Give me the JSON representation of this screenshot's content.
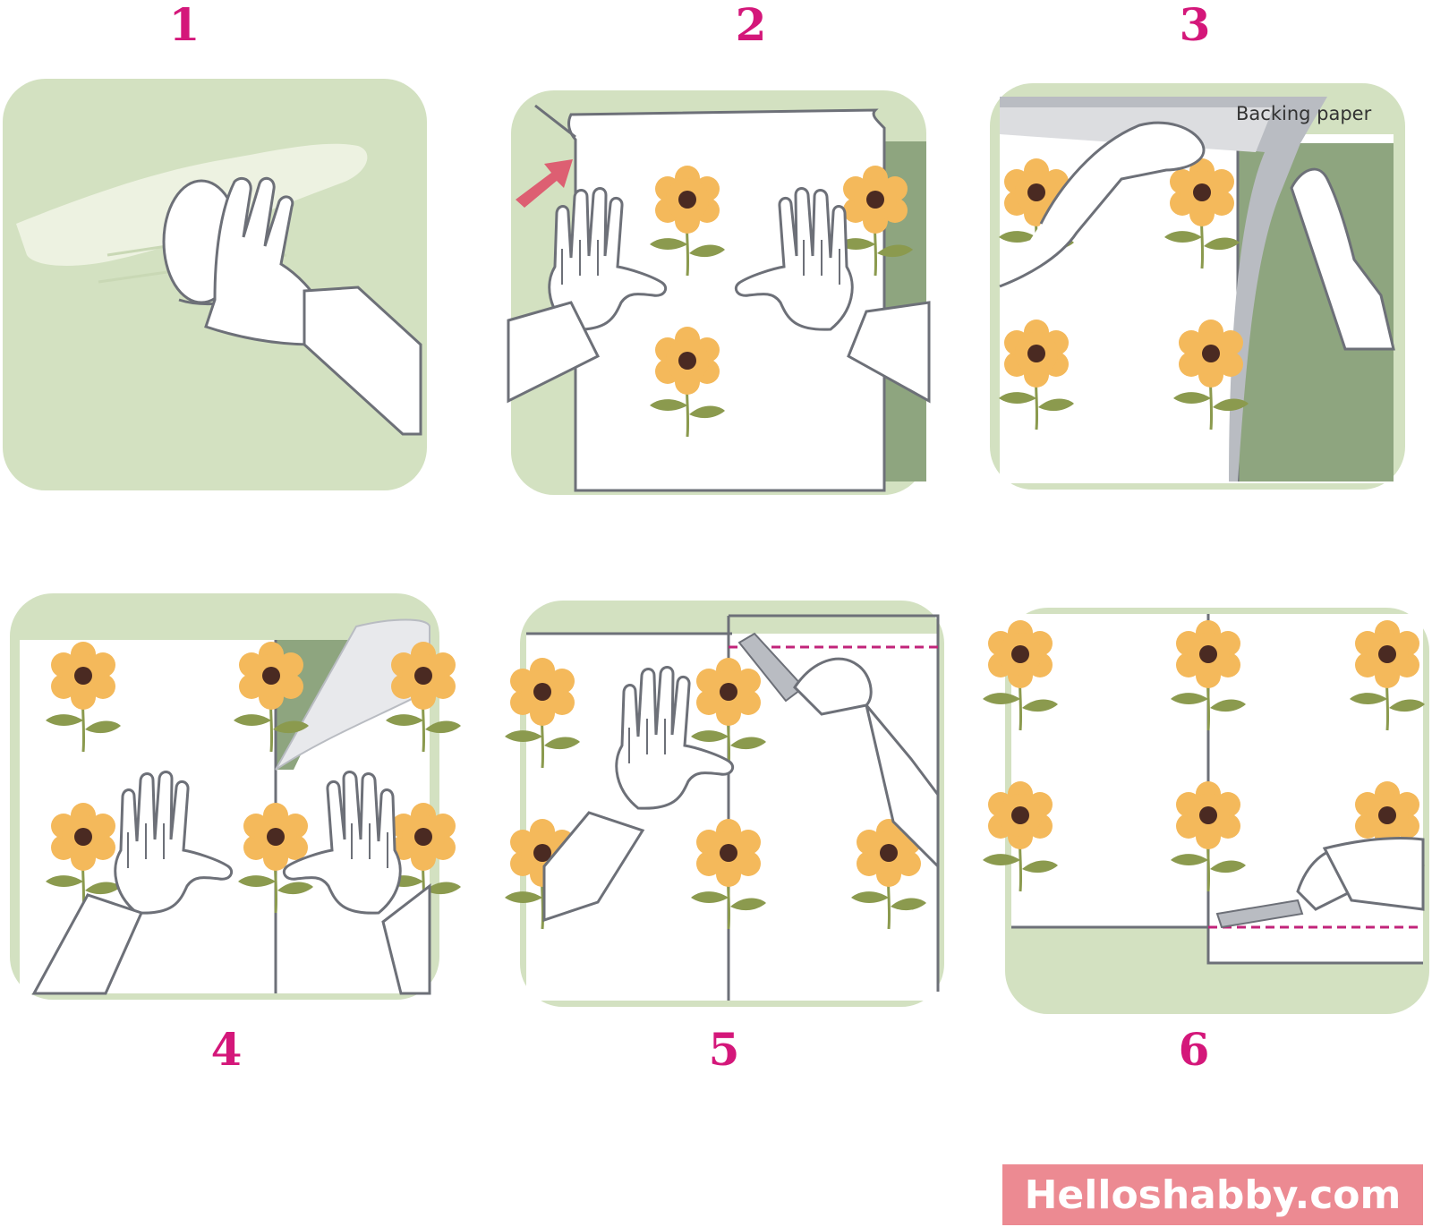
{
  "colors": {
    "number": "#d4177a",
    "panel_bg": "#d3e1c1",
    "panel_border": "#c8d8b2",
    "dark_wall": "#8ea57f",
    "paper": "#ffffff",
    "outline": "#6d7078",
    "flower_petal": "#f4b95b",
    "flower_center": "#4a2a22",
    "stem": "#8b9a4e",
    "arrow": "#dd5f72",
    "cut_line": "#c2247a",
    "backing": "#b9bcc2",
    "watermark_bg": "#ec8a92",
    "watermark_text": "#ffffff"
  },
  "steps": [
    {
      "number": "1",
      "icon": "cleaning-cloth-icon"
    },
    {
      "number": "2",
      "icon": "wallpaper-align-icon"
    },
    {
      "number": "3",
      "icon": "peel-backing-icon"
    },
    {
      "number": "4",
      "icon": "press-wallpaper-icon"
    },
    {
      "number": "5",
      "icon": "overlap-cut-icon"
    },
    {
      "number": "6",
      "icon": "trim-bottom-icon"
    }
  ],
  "labels": {
    "backing_paper": "Backing paper"
  },
  "watermark": {
    "text": "Helloshabby.com"
  }
}
